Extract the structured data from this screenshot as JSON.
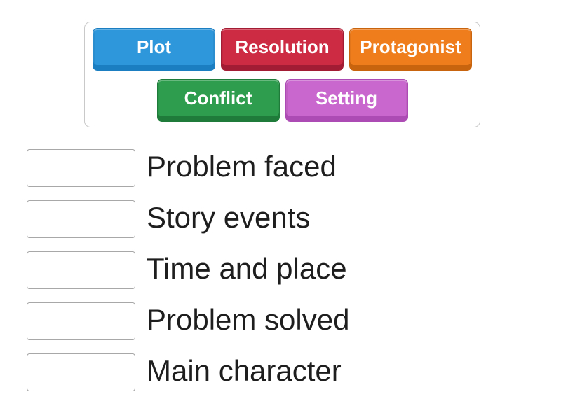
{
  "colors": {
    "page_bg": "#ffffff",
    "tray_border": "#c9c9c9",
    "slot_border": "#a8a8a8",
    "definition_text": "#1e1e1e",
    "tile_label": "#ffffff"
  },
  "keyword_tray": {
    "tiles": [
      {
        "label": "Plot",
        "color": "#2e96db",
        "edge": "#1b7ec1"
      },
      {
        "label": "Resolution",
        "color": "#cd2b43",
        "edge": "#a21d33"
      },
      {
        "label": "Protagonist",
        "color": "#ef7d1c",
        "edge": "#c8640e"
      },
      {
        "label": "Conflict",
        "color": "#2e9e4e",
        "edge": "#1e7b39"
      },
      {
        "label": "Setting",
        "color": "#c967ce",
        "edge": "#ac4bb3"
      }
    ]
  },
  "definitions": {
    "items": [
      {
        "text": "Problem faced"
      },
      {
        "text": "Story events"
      },
      {
        "text": "Time and place"
      },
      {
        "text": "Problem solved"
      },
      {
        "text": "Main character"
      }
    ]
  }
}
